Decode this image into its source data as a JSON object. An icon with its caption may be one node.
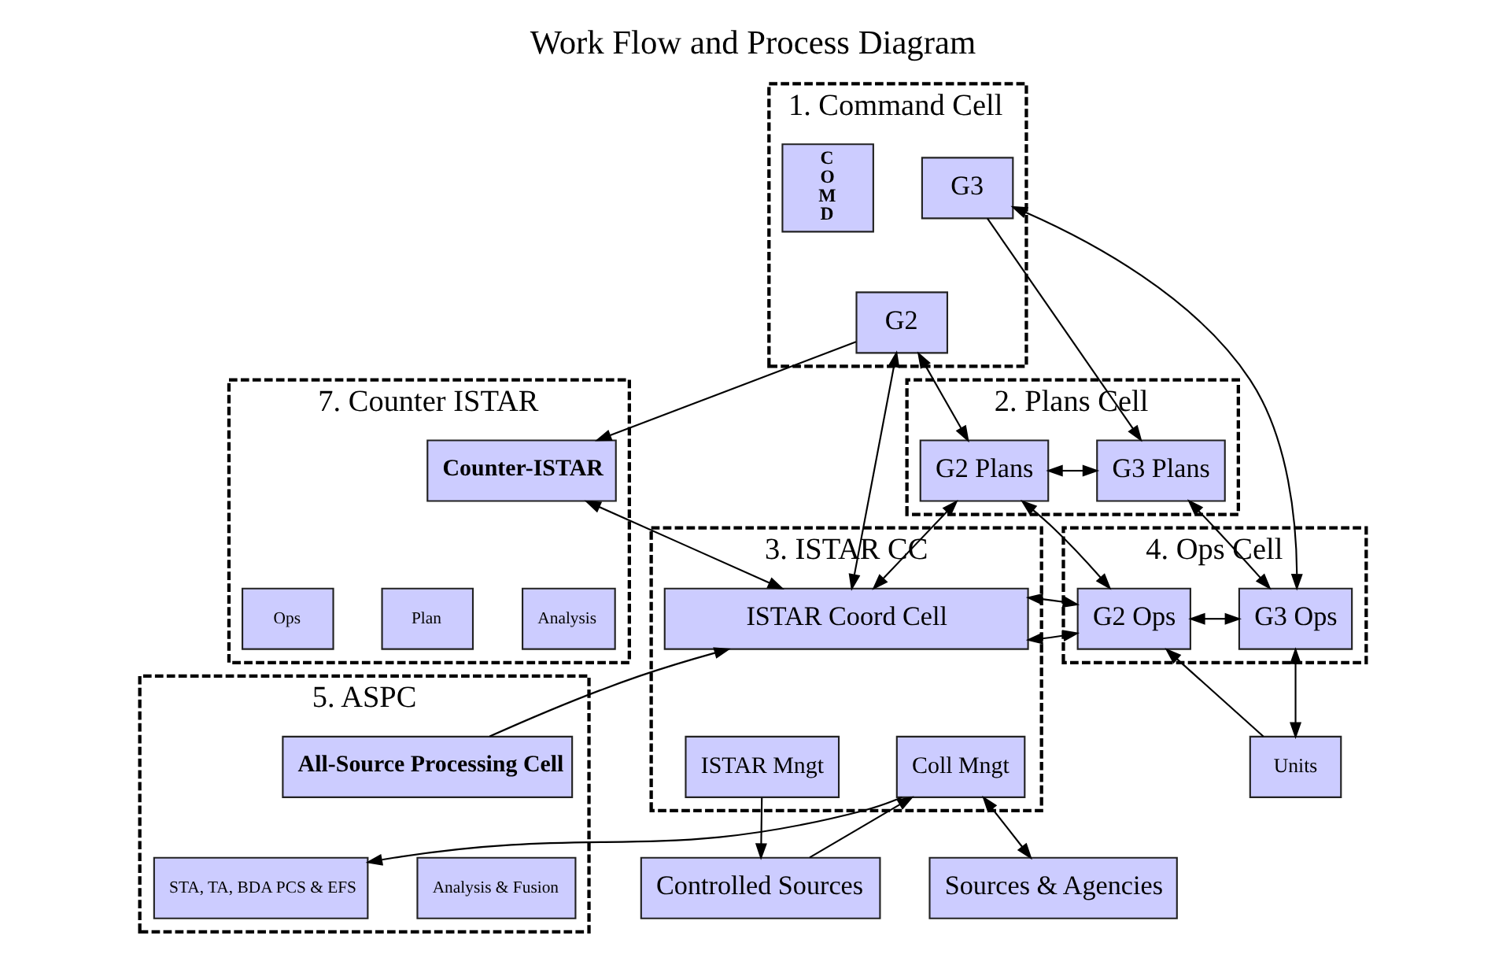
{
  "diagram": {
    "title": "Work Flow and Process Diagram",
    "nodes": [
      {
        "text": [
          "1. Command Cell"
        ]
      },
      {
        "text": [
          "G3"
        ],
        "in": 0
      },
      {
        "text": [
          "G2"
        ],
        "in": 0
      },
      {
        "text": [
          "COMD"
        ],
        "in": 0
      },
      {
        "text": [
          "2. Plans Cell"
        ]
      },
      {
        "text": [
          "G3 Plans"
        ],
        "in": 4
      },
      {
        "text": [
          "G2 Plans"
        ],
        "in": 4
      },
      {
        "text": [
          "7. Counter ISTAR"
        ]
      },
      {
        "text": [
          "Counter-ISTAR"
        ],
        "in": 7
      },
      {
        "text": [
          "Ops"
        ],
        "in": 7
      },
      {
        "text": [
          "Plan"
        ],
        "in": 7
      },
      {
        "text": [
          "Analysis"
        ],
        "in": 7
      },
      {
        "text": [
          "4. Ops Cell"
        ]
      },
      {
        "text": [
          "G3 Ops"
        ],
        "in": 12
      },
      {
        "text": [
          "G2 Ops"
        ],
        "in": 12
      },
      {
        "text": [
          "3. ISTAR CC"
        ]
      },
      {
        "text": [
          "ISTAR Coord Cell"
        ],
        "in": 15
      },
      {
        "text": [
          "ISTAR Mngt"
        ],
        "in": 15
      },
      {
        "text": [
          "Coll Mngt"
        ],
        "in": 15
      },
      {
        "text": [
          "5. ASPC"
        ]
      },
      {
        "text": [
          "All-Source Processing Cell"
        ],
        "in": 19
      },
      {
        "text": [
          "STA, TA, BDA PCS & EFS"
        ],
        "in": 19
      },
      {
        "text": [
          "Analysis & Fusion"
        ],
        "in": 19
      },
      {
        "text": [
          "Units"
        ]
      },
      {
        "text": [
          "Controlled Sources"
        ]
      },
      {
        "text": [
          "Sources & Agencies"
        ]
      }
    ],
    "edges": [
      {
        "from": 13,
        "to": 1,
        "arrow": "both"
      },
      {
        "from": 1,
        "to": 5,
        "arrow": "to"
      },
      {
        "from": 2,
        "to": 6,
        "arrow": "both"
      },
      {
        "from": 5,
        "to": 6,
        "arrow": "both"
      },
      {
        "from": 5,
        "to": 13,
        "arrow": "both"
      },
      {
        "from": 6,
        "to": 14,
        "arrow": "both"
      },
      {
        "from": 13,
        "to": 14,
        "arrow": "both"
      },
      {
        "from": 14,
        "to": 16,
        "arrow": "both"
      },
      {
        "from": 13,
        "to": 23,
        "arrow": "both"
      },
      {
        "from": 23,
        "to": 14,
        "arrow": "to"
      },
      {
        "from": 6,
        "to": 16,
        "arrow": "both"
      },
      {
        "from": 2,
        "to": 16,
        "arrow": "both"
      },
      {
        "from": 2,
        "to": 8,
        "arrow": "to"
      },
      {
        "from": 8,
        "to": 16,
        "arrow": "both"
      },
      {
        "from": 20,
        "to": 16,
        "arrow": "to"
      },
      {
        "from": 18,
        "to": 21,
        "arrow": "to"
      },
      {
        "from": 17,
        "to": 24,
        "arrow": "to"
      },
      {
        "from": 24,
        "to": 18,
        "arrow": "to"
      },
      {
        "from": 18,
        "to": 25,
        "arrow": "both"
      }
    ]
  }
}
